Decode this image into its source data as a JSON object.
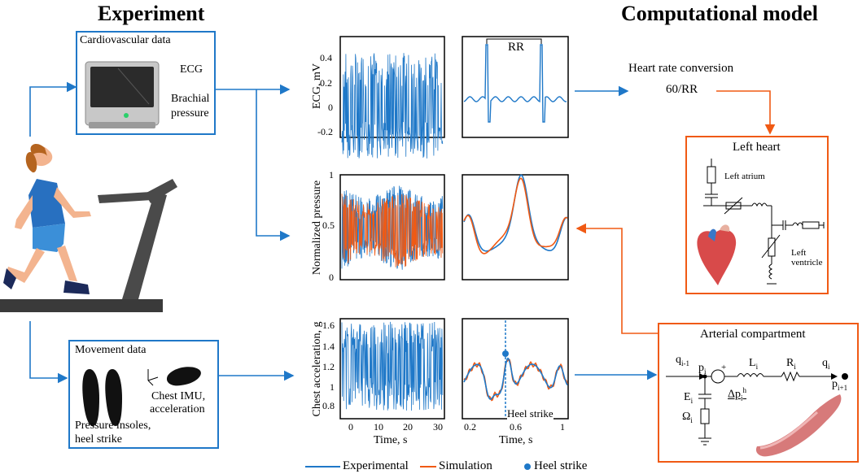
{
  "headings": {
    "experiment": "Experiment",
    "model": "Computational model"
  },
  "cardio": {
    "title": "Cardiovascular data",
    "ecg": "ECG",
    "brachial_1": "Brachial",
    "brachial_2": "pressure"
  },
  "movement": {
    "title": "Movement data",
    "imu_1": "Chest IMU,",
    "imu_2": "acceleration",
    "insoles_1": "Pressure insoles,",
    "insoles_2": "heel strike"
  },
  "panels": {
    "ecg": {
      "ylabel": "ECG, mV",
      "yticks": [
        "0.4",
        "0.2",
        "0",
        "-0.2"
      ],
      "rr": "RR"
    },
    "pressure": {
      "ylabel": "Normalized pressure",
      "yticks": [
        "1",
        "0.5",
        "0"
      ]
    },
    "accel": {
      "ylabel": "Chest acceleration, g",
      "yticks": [
        "1.6",
        "1.4",
        "1.2",
        "1",
        "0.8"
      ],
      "xticks": [
        "0",
        "10",
        "20",
        "30"
      ],
      "xlabel": "Time, s",
      "heel_label": "Heel strike"
    },
    "zoom": {
      "xticks": [
        "0.2",
        "0.6",
        "1"
      ],
      "xlabel": "Time, s"
    }
  },
  "heart_rate": {
    "label": "Heart rate conversion",
    "formula": "60/RR"
  },
  "left_heart": {
    "title": "Left heart",
    "atrium": "Left atrium",
    "ventricle_1": "Left",
    "ventricle_2": "ventricle"
  },
  "arterial": {
    "title": "Arterial compartment",
    "q_in": "q",
    "q_in_sub": "i-1",
    "p_i": "p",
    "p_i_sub": "i",
    "L": "L",
    "L_sub": "i",
    "R": "R",
    "R_sub": "i",
    "q_out": "q",
    "q_out_sub": "i",
    "p_next": "p",
    "p_next_sub": "i+1",
    "E": "E",
    "E_sub": "i",
    "dp": "Δp",
    "dp_sub": "i",
    "dp_sup": "h",
    "omega": "Ω",
    "omega_sub": "i"
  },
  "legend": {
    "experimental": "Experimental",
    "simulation": "Simulation",
    "heel": "Heel strike"
  },
  "colors": {
    "experimental": "#1f78c8",
    "simulation": "#f05a14"
  }
}
